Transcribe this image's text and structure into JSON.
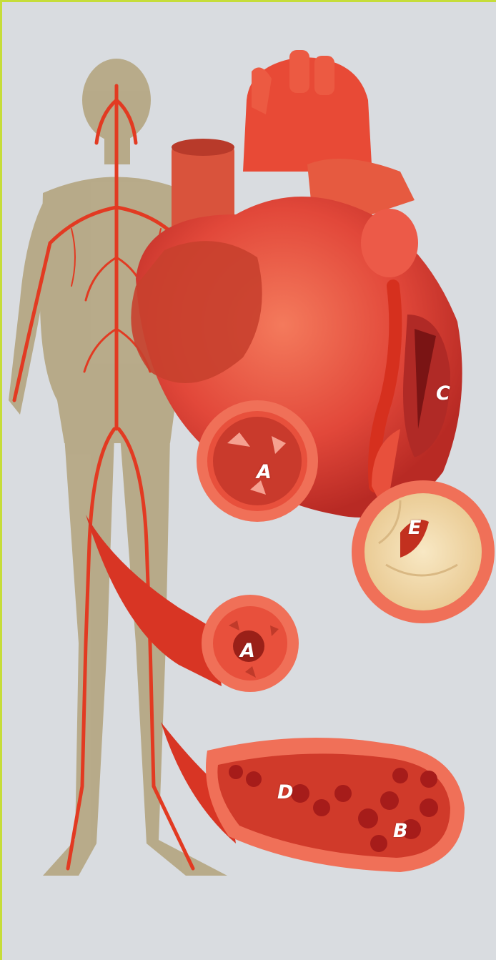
{
  "illustration": {
    "colors": {
      "background": "#d9dce0",
      "border": "#c6dd3a",
      "silhouette": "#b2a27a",
      "artery": "#e23a22",
      "heart": "#e2483a",
      "plaque": "#f2dcae"
    }
  },
  "labels": {
    "a_heart": "A",
    "c": "C",
    "e": "E",
    "a_leg": "A",
    "d": "D",
    "b": "B"
  }
}
